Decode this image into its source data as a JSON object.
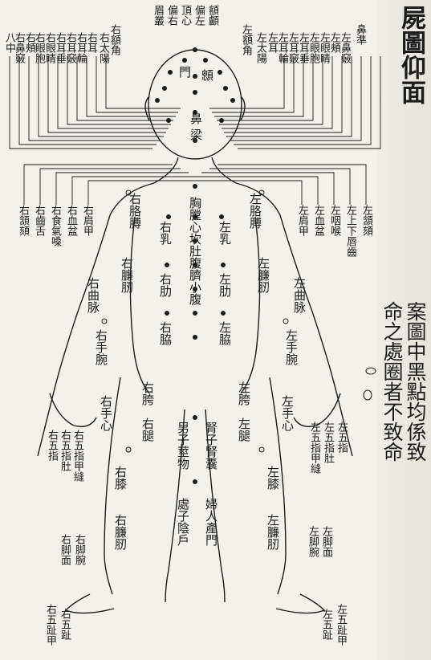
{
  "title": "屍圖仰面",
  "note_col1": "案圖中黑點均係致",
  "note_col2": "命之處圈者不致命",
  "head_left": [
    "八中",
    "右鼻竅",
    "右頰",
    "右眼胞",
    "右眼睛",
    "右耳垂",
    "右耳竅",
    "右耳輪",
    "右耳",
    "右太陽",
    "右額角"
  ],
  "head_top": [
    "眉叢",
    "偏右",
    "頂心",
    "偏左",
    "額顱"
  ],
  "head_right": [
    "左額角",
    "左太陽",
    "左耳",
    "左耳輪",
    "左耳竅",
    "左耳垂",
    "左眼胞",
    "左眼睛",
    "左頰",
    "左鼻竅",
    "鼻準"
  ],
  "face": [
    "門",
    "顖",
    "鼻",
    "梁"
  ],
  "neck_left": [
    "右頷頦",
    "右齒舌",
    "右食氣嗓",
    "右血盆",
    "右肩甲"
  ],
  "neck_right": [
    "左肩甲",
    "左血盆",
    "左咽喉",
    "左上下唇齒",
    "左頷頦"
  ],
  "body": {
    "r_armpit": "右胳膊",
    "l_armpit": "左胳膊",
    "chest": "胸膛心坎肚腹臍小腹",
    "r_breast": "右乳",
    "l_breast": "左乳",
    "r_rib": "右肋",
    "l_rib": "左肋",
    "r_flank": "右脇",
    "l_flank": "左脇",
    "r_arm": "右臁肕",
    "l_arm": "左臁肕",
    "r_elbow": "右曲脉",
    "l_elbow": "左曲脉",
    "r_wrist": "右手腕",
    "l_wrist": "左手腕",
    "r_palm": "右手心",
    "l_palm": "左手心",
    "r_hip": "右胯",
    "l_hip": "左胯",
    "r_thigh": "右腿",
    "l_thigh": "左腿",
    "r_knee": "右膝",
    "l_knee": "左膝",
    "r_shin": "右臁肕",
    "l_shin": "左臁肕",
    "male": "男子莖物",
    "scrotum": "腎子腎囊",
    "virgin": "處子陰戶",
    "female": "婦人產門"
  },
  "fingers_left": [
    "右五指",
    "右五指肚",
    "右五指甲縫"
  ],
  "fingers_right": [
    "左五指甲縫",
    "左五指肚",
    "左五指"
  ],
  "foot_left": [
    "右脚面",
    "右脚腕"
  ],
  "foot_right": [
    "左脚腕",
    "左脚面"
  ],
  "toes_left": [
    "右五趾甲",
    "右五趾"
  ],
  "toes_right": [
    "左五趾",
    "左五趾甲"
  ]
}
